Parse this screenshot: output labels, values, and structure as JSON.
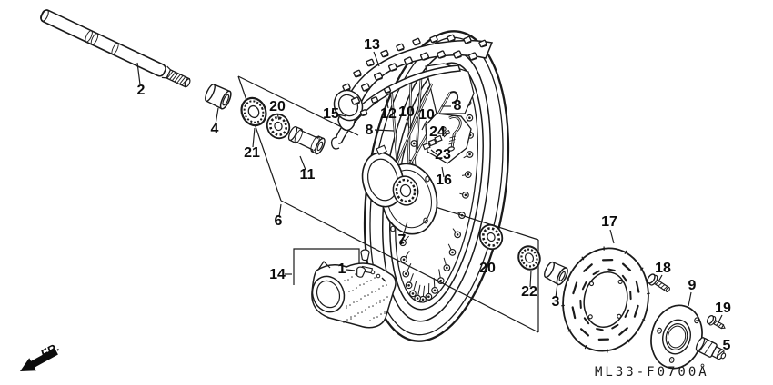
{
  "diagram": {
    "code": "ML33-F0700Å",
    "direction_label": "FR."
  },
  "labels": [
    {
      "ref": "2"
    },
    {
      "ref": "4"
    },
    {
      "ref": "21"
    },
    {
      "ref": "20"
    },
    {
      "ref": "11"
    },
    {
      "ref": "6"
    },
    {
      "ref": "13"
    },
    {
      "ref": "15"
    },
    {
      "ref": "12"
    },
    {
      "ref": "10"
    },
    {
      "ref": "10"
    },
    {
      "ref": "8"
    },
    {
      "ref": "8"
    },
    {
      "ref": "24"
    },
    {
      "ref": "23"
    },
    {
      "ref": "16"
    },
    {
      "ref": "7"
    },
    {
      "ref": "14"
    },
    {
      "ref": "1"
    },
    {
      "ref": "20"
    },
    {
      "ref": "22"
    },
    {
      "ref": "3"
    },
    {
      "ref": "17"
    },
    {
      "ref": "18"
    },
    {
      "ref": "9"
    },
    {
      "ref": "19"
    },
    {
      "ref": "5"
    }
  ]
}
